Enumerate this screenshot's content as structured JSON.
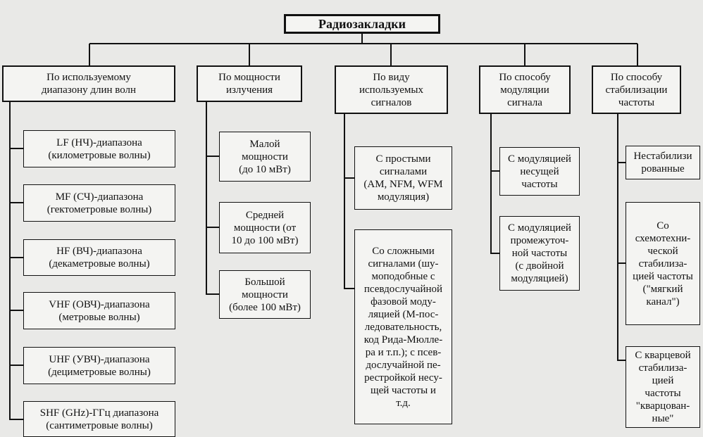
{
  "title": "Радиозакладки",
  "categories": [
    {
      "label": "По используемому\nдиапазону  длин волн",
      "items": [
        "LF (НЧ)-диапазона\n(километровые волны)",
        "MF (СЧ)-диапазона\n(гектометровые волны)",
        "HF (ВЧ)-диапазона\n(декаметровые волны)",
        "VHF (ОВЧ)-диапазона\n(метровые волны)",
        "UHF (УВЧ)-диапазона\n(дециметровые волны)",
        "SHF (GHz)-ГГц диапазона\n(сантиметровые волны)"
      ]
    },
    {
      "label": "По мощности\nизлучения",
      "items": [
        "Малой\nмощности\n(до 10 мВт)",
        "Средней\nмощности (от\n10 до 100 мВт)",
        "Большой\nмощности\n(более 100 мВт)"
      ]
    },
    {
      "label": "По виду\nиспользуемых\nсигналов",
      "items": [
        "С простыми\nсигналами\n(AM, NFM, WFM\nмодуляция)",
        "Со сложными\nсигналами (шу-\nмоподобные с\nпсевдослучайной\nфазовой моду-\nляцией  (М-пос-\nледовательность,\nкод Рида-Мюлле-\nра и т.п.); с псев-\nдослучайной пе-\nрестройкой несу-\nщей частоты и\nт.д."
      ]
    },
    {
      "label": "По способу\nмодуляции\nсигнала",
      "items": [
        "С модуляцией\nнесущей\nчастоты",
        "С модуляцией\nпромежуточ-\nной частоты\n(с двойной\nмодуляцией)"
      ]
    },
    {
      "label": "По способу\nстабилизации\nчастоты",
      "items": [
        "Нестабилизи\nрованные",
        "Со\nсхемотехни-\nческой\nстабилиза-\nцией частоты\n(\"мягкий\nканал\")",
        "С кварцевой\nстабилиза-\nцией\nчастоты\n\"кварцован-\nные\""
      ]
    }
  ]
}
